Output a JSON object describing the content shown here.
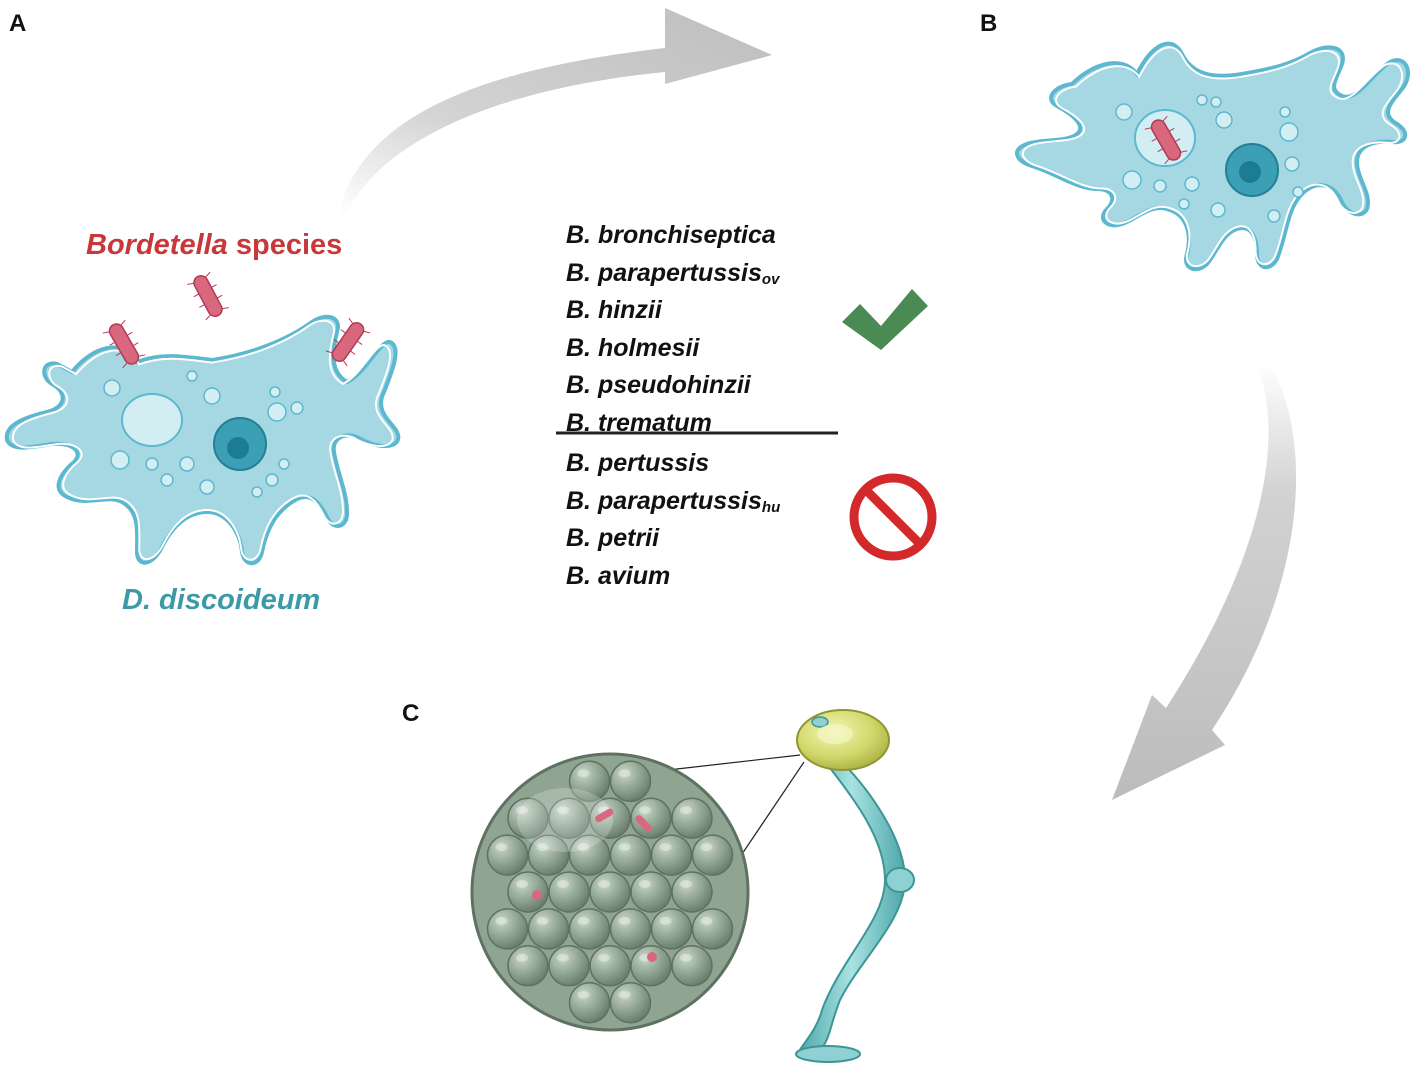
{
  "panels": {
    "a": "A",
    "b": "B",
    "c": "C"
  },
  "labels": {
    "bacteria_genus": "Bordetella",
    "bacteria_suffix": "species",
    "amoeba": "D. discoideum"
  },
  "lists": {
    "permissive": [
      {
        "name": "B. bronchiseptica",
        "sub": ""
      },
      {
        "name": "B. parapertussis",
        "sub": "ov"
      },
      {
        "name": "B. hinzii",
        "sub": ""
      },
      {
        "name": "B. holmesii",
        "sub": ""
      },
      {
        "name": "B. pseudohinzii",
        "sub": ""
      },
      {
        "name": "B. trematum",
        "sub": ""
      }
    ],
    "non_permissive": [
      {
        "name": "B. pertussis",
        "sub": ""
      },
      {
        "name": "B. parapertussis",
        "sub": "hu"
      },
      {
        "name": "B. petrii",
        "sub": ""
      },
      {
        "name": "B. avium",
        "sub": ""
      }
    ]
  },
  "icons": {
    "permissive": "check-icon",
    "non_permissive": "prohibited-icon"
  },
  "colors": {
    "bacteria_label": "#c8383a",
    "amoeba_label": "#3c9aa6",
    "amoeba_body": "#a6d8e3",
    "amoeba_outline": "#5cb8cf",
    "nucleus": "#2d9ab1",
    "bacterium": "#d9677e",
    "check": "#4a8a53",
    "prohibited": "#d3292b",
    "arrow": "#c2c2c2",
    "sorus": "#d2d86b",
    "stalk": "#6fc3c6",
    "spore_mass": "#8fa491"
  }
}
